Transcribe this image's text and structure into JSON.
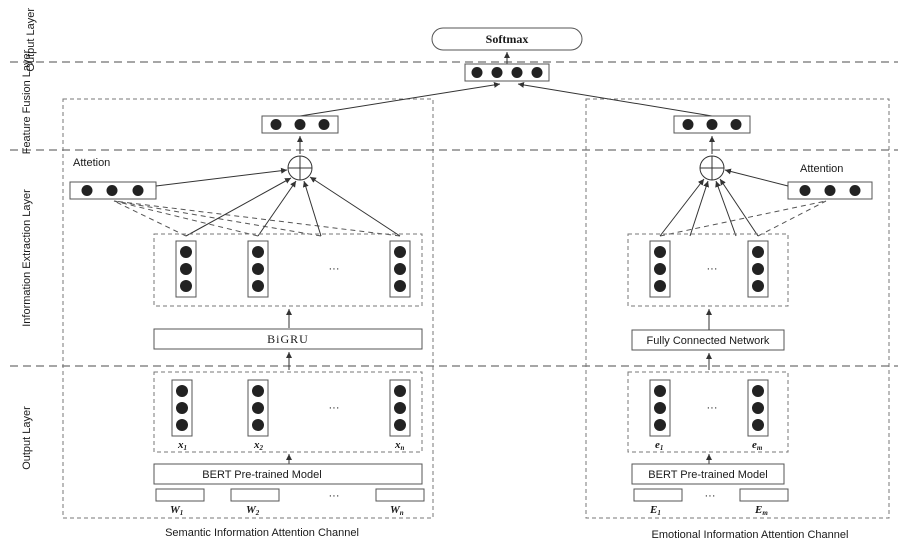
{
  "layers": {
    "output_top": "Output Layer",
    "feature_fusion": "Feature Fusion Layer",
    "information_extraction": "Information Extraction Layer",
    "output_bottom": "Output Layer"
  },
  "softmax": "Softmax",
  "left_channel": {
    "title": "Semantic Information Attention Channel",
    "attention": "Attetion",
    "bigru": "BiGRU",
    "bert": "BERT Pre-trained Model",
    "ellipsis": "···",
    "x_labels": [
      "x",
      "x",
      "x"
    ],
    "x_subs": [
      "1",
      "2",
      "n"
    ],
    "w_labels": [
      "W",
      "W",
      "W"
    ],
    "w_subs": [
      "1",
      "2",
      "n"
    ]
  },
  "right_channel": {
    "title": "Emotional Information Attention Channel",
    "attention": "Attention",
    "fcn": "Fully Connected Network",
    "bert": "BERT Pre-trained Model",
    "ellipsis": "···",
    "e_labels": [
      "e",
      "e"
    ],
    "e_subs": [
      "1",
      "m"
    ],
    "E_labels": [
      "E",
      "E"
    ],
    "E_subs": [
      "1",
      "m"
    ]
  }
}
